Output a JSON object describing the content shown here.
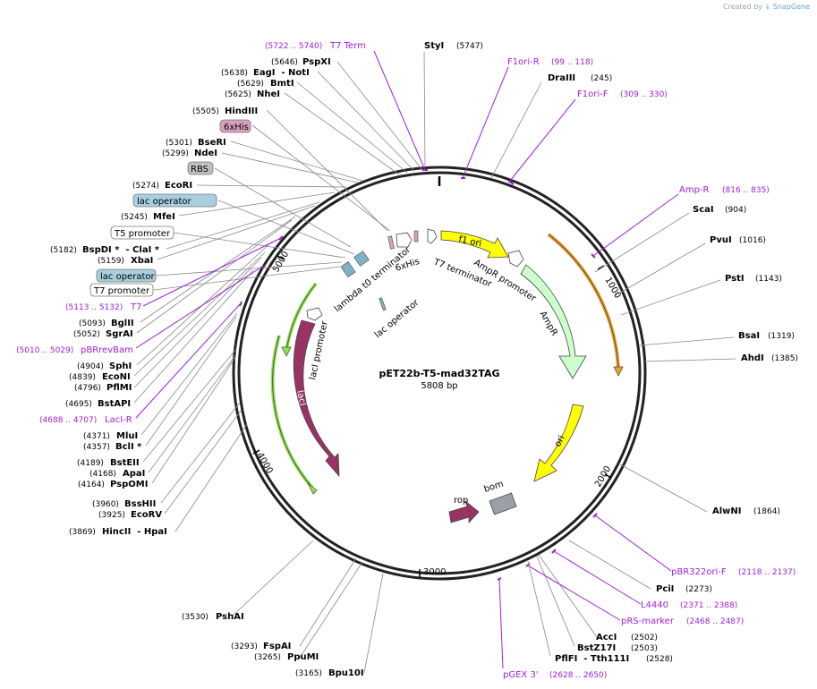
{
  "credit": {
    "prefix": "Created by",
    "brand": "SnapGene"
  },
  "plasmid": {
    "name": "pET22b-T5-mad32TAG",
    "size_label": "5808 bp"
  },
  "ticks": [
    "1000",
    "2000",
    "3000",
    "4000",
    "5000"
  ],
  "sites": [
    {
      "name": "StyI",
      "pos": "(5747)"
    },
    {
      "name": "DraIII",
      "pos": "(245)"
    },
    {
      "name": "ScaI",
      "pos": "(904)"
    },
    {
      "name": "PvuI",
      "pos": "(1016)"
    },
    {
      "name": "PstI",
      "pos": "(1143)"
    },
    {
      "name": "BsaI",
      "pos": "(1319)"
    },
    {
      "name": "AhdI",
      "pos": "(1385)"
    },
    {
      "name": "AlwNI",
      "pos": "(1864)"
    },
    {
      "name": "PciI",
      "pos": "(2273)"
    },
    {
      "name": "AccI",
      "pos": "(2502)"
    },
    {
      "name": "BstZ17I",
      "pos": "(2503)"
    },
    {
      "name": "PflFI  - Tth111I",
      "pos": "(2528)"
    },
    {
      "name": "PspXI",
      "pos": "(5646)"
    },
    {
      "name": "EagI  - NotI",
      "pos": "(5638)"
    },
    {
      "name": "BmtI",
      "pos": "(5629)"
    },
    {
      "name": "NheI",
      "pos": "(5625)"
    },
    {
      "name": "HindIII",
      "pos": "(5505)"
    },
    {
      "name": "BseRI",
      "pos": "(5301)"
    },
    {
      "name": "NdeI",
      "pos": "(5299)"
    },
    {
      "name": "EcoRI",
      "pos": "(5274)"
    },
    {
      "name": "MfeI",
      "pos": "(5245)"
    },
    {
      "name": "BspDI *  - ClaI *",
      "pos": "(5182)"
    },
    {
      "name": "XbaI",
      "pos": "(5159)"
    },
    {
      "name": "BglII",
      "pos": "(5093)"
    },
    {
      "name": "SgrAI",
      "pos": "(5052)"
    },
    {
      "name": "SphI",
      "pos": "(4904)"
    },
    {
      "name": "EcoNI",
      "pos": "(4839)"
    },
    {
      "name": "PflMI",
      "pos": "(4796)"
    },
    {
      "name": "BstAPI",
      "pos": "(4695)"
    },
    {
      "name": "MluI",
      "pos": "(4371)"
    },
    {
      "name": "BclI *",
      "pos": "(4357)"
    },
    {
      "name": "BstEII",
      "pos": "(4189)"
    },
    {
      "name": "ApaI",
      "pos": "(4168)"
    },
    {
      "name": "PspOMI",
      "pos": "(4164)"
    },
    {
      "name": "BssHII",
      "pos": "(3960)"
    },
    {
      "name": "EcoRV",
      "pos": "(3925)"
    },
    {
      "name": "HincII  - HpaI",
      "pos": "(3869)"
    },
    {
      "name": "PshAI",
      "pos": "(3530)"
    },
    {
      "name": "FspAI",
      "pos": "(3293)"
    },
    {
      "name": "PpuMI",
      "pos": "(3265)"
    },
    {
      "name": "Bpu10I",
      "pos": "(3165)"
    }
  ],
  "primers": [
    {
      "name": "T7 Term",
      "pos": "(5722 .. 5740)"
    },
    {
      "name": "F1ori-R",
      "pos": "(99 .. 118)"
    },
    {
      "name": "F1ori-F",
      "pos": "(309 .. 330)"
    },
    {
      "name": "Amp-R",
      "pos": "(816 .. 835)"
    },
    {
      "name": "pBR322ori-F",
      "pos": "(2118 .. 2137)"
    },
    {
      "name": "L4440",
      "pos": "(2371 .. 2388)"
    },
    {
      "name": "pRS-marker",
      "pos": "(2468 .. 2487)"
    },
    {
      "name": "pGEX 3'",
      "pos": "(2628 .. 2650)"
    },
    {
      "name": "T7",
      "pos": "(5113 .. 5132)"
    },
    {
      "name": "pBRrevBam",
      "pos": "(5010 .. 5029)"
    },
    {
      "name": "LacI-R",
      "pos": "(4688 .. 4707)"
    }
  ],
  "boxed": [
    "6xHis",
    "RBS",
    "lac operator",
    "T5 promoter",
    "lac operator",
    "T7 promoter"
  ],
  "features": [
    "f1 ori",
    "AmpR promoter",
    "AmpR",
    "ori",
    "bom",
    "rop",
    "lacI",
    "lacI promoter",
    "lac operator",
    "lambda t0 terminator",
    "6xHis",
    "T7 terminator"
  ],
  "colors": {
    "f1_ori": "#ffff00",
    "ampr": "#ccffcc",
    "ori": "#ffff00",
    "bom": "#9aa0a6",
    "rop": "#993366",
    "laci": "#993366",
    "lac_operator": "#7fb2c6",
    "his_tag": "#d8a0c0",
    "rbs": "#c0c0c0",
    "primer": "#a020d8",
    "orf": "#e8a040",
    "orf_green": "#66aa22"
  }
}
